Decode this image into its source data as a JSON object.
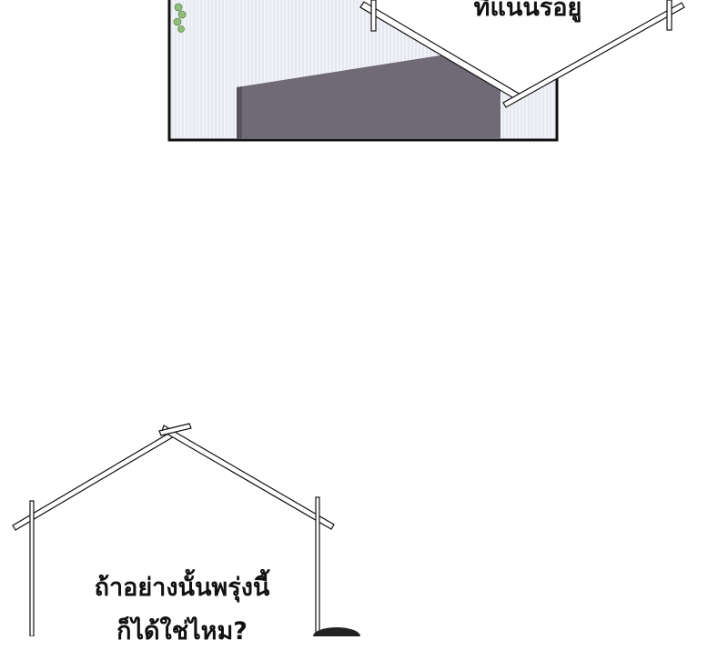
{
  "panel_top": {
    "bubble_text": "ทีแนนรอยู"
  },
  "panel_bottom": {
    "bubble_line1": "ถ้าอย่างนั้นพรุ่งนี้",
    "bubble_line2": "ก็ได้ใช่ไหม?"
  },
  "colors": {
    "wall": "#eef0f5",
    "door": "#6f6a75",
    "ivy": "#8fbf7a",
    "border": "#111111"
  }
}
